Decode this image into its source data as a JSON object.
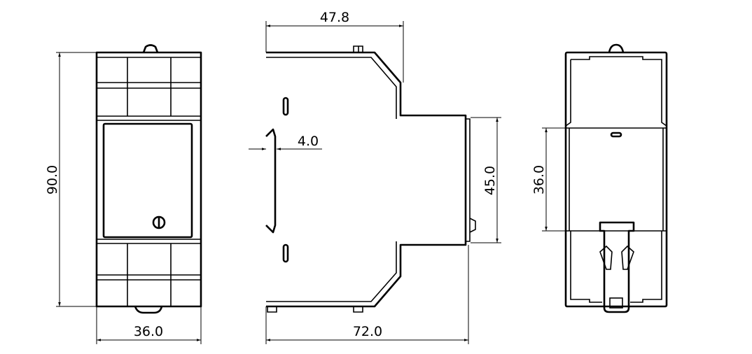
{
  "drawing": {
    "front_view": {
      "height_label": "90.0",
      "width_label": "36.0"
    },
    "side_view": {
      "top_depth_label": "47.8",
      "rail_offset_label": "4.0",
      "front_height_label": "45.0",
      "depth_label": "72.0"
    },
    "back_view": {
      "rail_width_label": "36.0"
    },
    "line_color": "#000000",
    "background_color": "#ffffff"
  }
}
